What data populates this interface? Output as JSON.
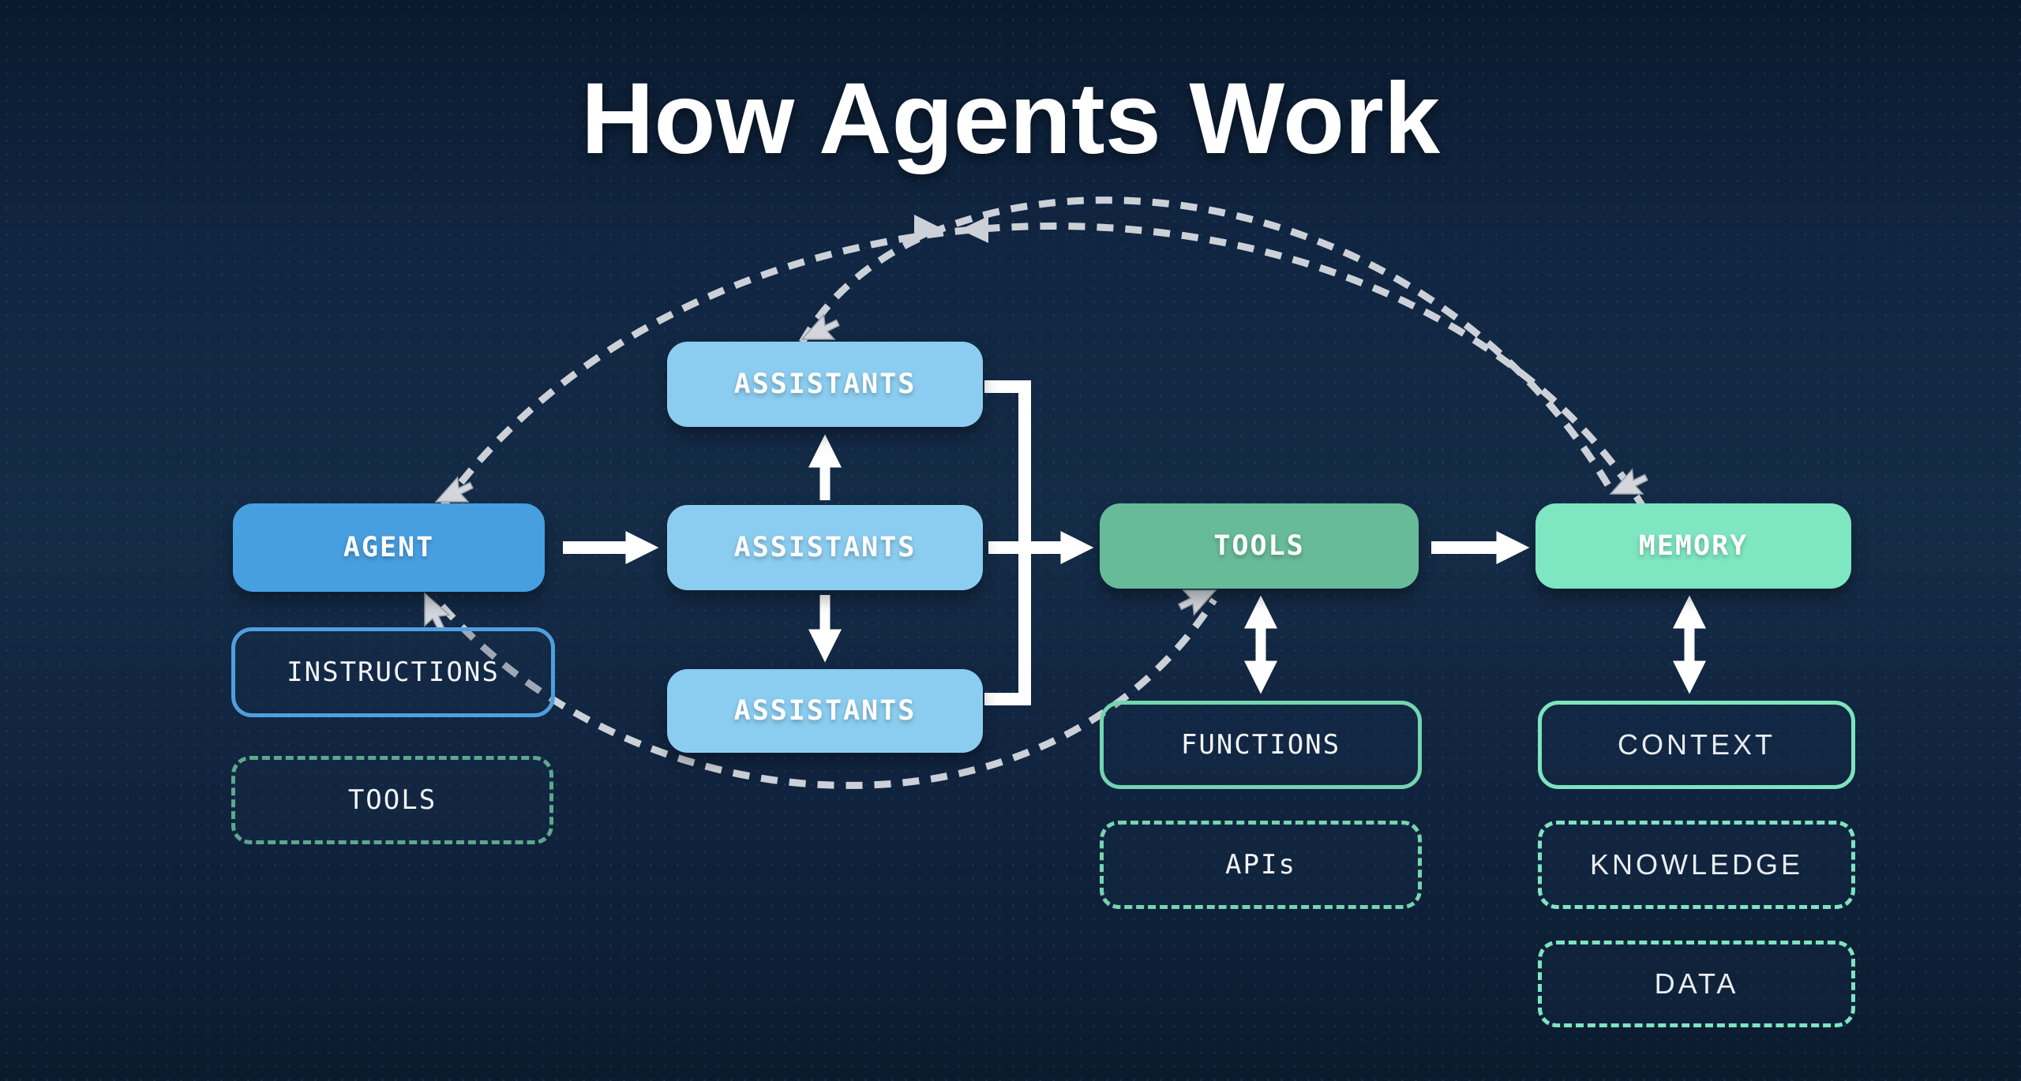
{
  "title": "How Agents Work",
  "nodes": {
    "agent": {
      "label": "AGENT"
    },
    "assistants_top": {
      "label": "ASSISTANTS"
    },
    "assistants_middle": {
      "label": "ASSISTANTS"
    },
    "assistants_bottom": {
      "label": "ASSISTANTS"
    },
    "tools": {
      "label": "TOOLS"
    },
    "memory": {
      "label": "MEMORY"
    },
    "instructions": {
      "label": "INSTRUCTIONS"
    },
    "tools_dashed": {
      "label": "TOOLS"
    },
    "functions": {
      "label": "FUNCTIONS"
    },
    "apis": {
      "label": "APIs"
    },
    "context": {
      "label": "CONTEXT"
    },
    "knowledge": {
      "label": "KNOWLEDGE"
    },
    "data": {
      "label": "DATA"
    }
  },
  "colors": {
    "background": "#122644",
    "agent_fill": "#479fe0",
    "assistants_fill": "#8bcdf0",
    "tools_fill": "#67bb98",
    "memory_fill": "#7ee6c0",
    "instructions_border": "#4f9fdf",
    "tools_dashed_border": "#5ca98b",
    "functions_border": "#74d5af",
    "memory_group_border": "#7de4c0",
    "solid_arrow": "#ffffff",
    "dashed_curve": "#ccd1d8"
  },
  "edges": [
    {
      "from": "agent",
      "to": "assistants_middle",
      "type": "solid-arrow"
    },
    {
      "from": "assistants_middle",
      "to": "assistants_top",
      "type": "solid-arrow"
    },
    {
      "from": "assistants_middle",
      "to": "assistants_bottom",
      "type": "solid-arrow"
    },
    {
      "from": "assistants_group",
      "to": "tools",
      "type": "solid-arrow-bracket"
    },
    {
      "from": "tools",
      "to": "memory",
      "type": "solid-arrow"
    },
    {
      "from": "tools",
      "to": "functions",
      "type": "double-arrow"
    },
    {
      "from": "memory",
      "to": "context",
      "type": "double-arrow"
    },
    {
      "from": "memory",
      "to": "agent",
      "type": "dashed-curve"
    },
    {
      "from": "memory",
      "to": "assistants_top",
      "type": "dashed-curve"
    },
    {
      "from": "agent",
      "to": "tools",
      "type": "dashed-curve"
    }
  ]
}
